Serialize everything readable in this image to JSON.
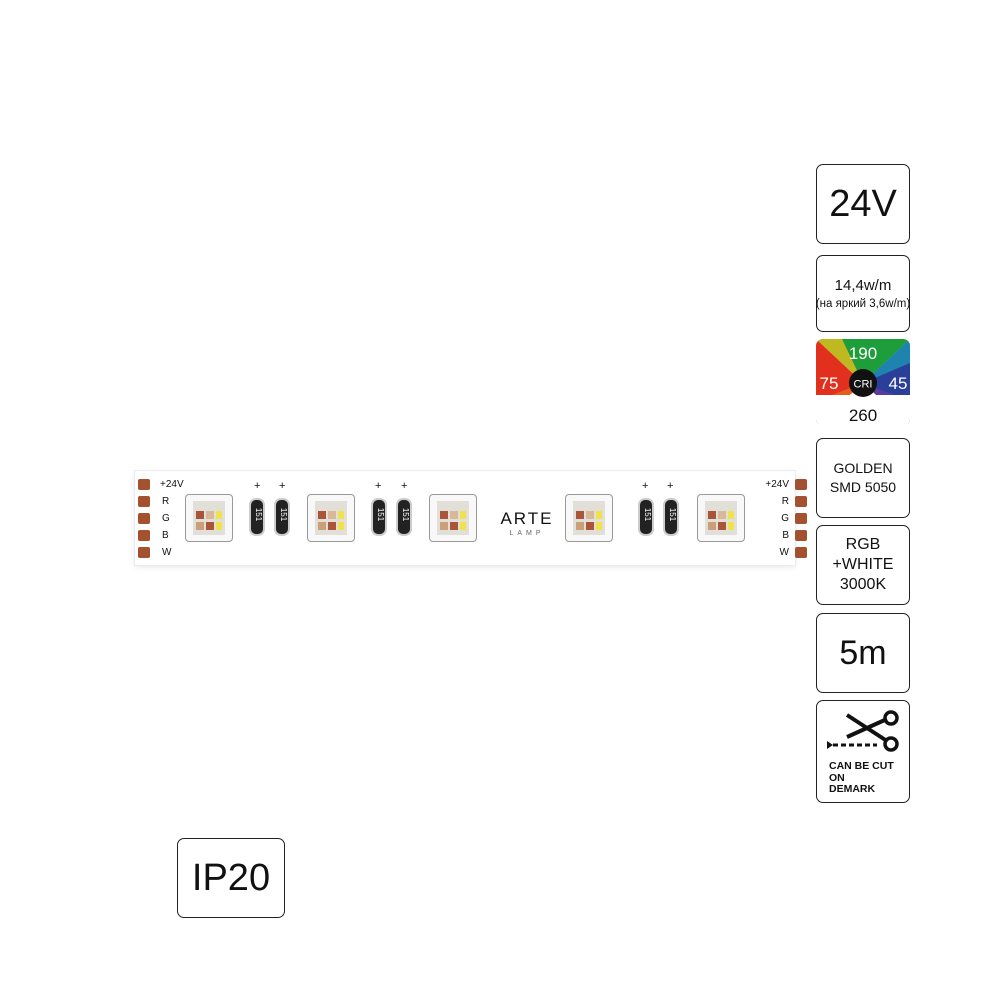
{
  "badges": {
    "voltage": "24V",
    "power_line1": "14,4w/m",
    "power_line2": "(на яркий 3,6w/m)",
    "cri": {
      "top": "190",
      "left": "75",
      "right": "45",
      "bottom": "260",
      "center": "CRI"
    },
    "chip_line1": "GOLDEN",
    "chip_line2": "SMD 5050",
    "color_line1": "RGB",
    "color_line2": "+WHITE",
    "color_line3": "3000K",
    "length": "5m",
    "cut_lines": [
      "CAN BE CUT",
      "ON",
      "DEMARK"
    ],
    "ip": "IP20"
  },
  "strip": {
    "left_labels": [
      "+24V",
      "R",
      "G",
      "B",
      "W"
    ],
    "right_labels": [
      "+24V",
      "R",
      "G",
      "B",
      "W"
    ],
    "resistor_code": "151",
    "plus": "+",
    "logo_main": "ARTE",
    "logo_sub": "LAMP"
  },
  "colors": {
    "pad": "#a3512f",
    "cri_green": "#1e9e3a",
    "cri_red": "#e2301f",
    "cri_blue": "#2a3f99"
  }
}
